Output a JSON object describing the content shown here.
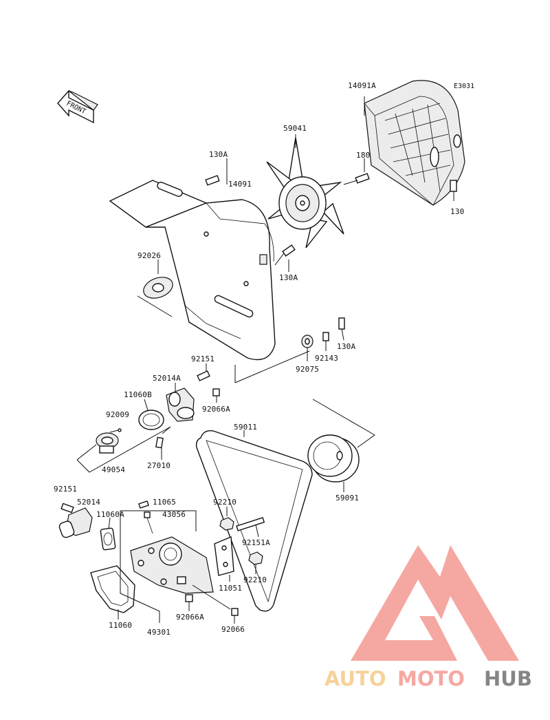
{
  "diagram_code": "E3031",
  "front_label": "FRONT",
  "watermark": {
    "part1": "AUTO",
    "part2": "MOTO",
    "part3": "HUB",
    "color_auto": "#f5c27a",
    "color_moto": "#f28b82",
    "color_hub": "#5e5e5e"
  },
  "callouts": {
    "c14091A": "14091A",
    "c59041": "59041",
    "c130A_top": "130A",
    "c14091": "14091",
    "c180": "180",
    "c130": "130",
    "c92026": "92026",
    "c130A_mid": "130A",
    "c92143": "92143",
    "c130A_low": "130A",
    "c92151_a": "92151",
    "c92075": "92075",
    "c52014A": "52014A",
    "c11060B": "11060B",
    "c92066A_a": "92066A",
    "c92009": "92009",
    "c59011": "59011",
    "c27010": "27010",
    "c49054": "49054",
    "c59091": "59091",
    "c92151_b": "92151",
    "c11065": "11065",
    "c52014": "52014",
    "c43056": "43056",
    "c11060A": "11060A",
    "c92210_a": "92210",
    "c92151A": "92151A",
    "c11051": "11051",
    "c92210_b": "92210",
    "c92066A_b": "92066A",
    "c11060": "11060",
    "c92066": "92066",
    "c49301": "49301"
  }
}
